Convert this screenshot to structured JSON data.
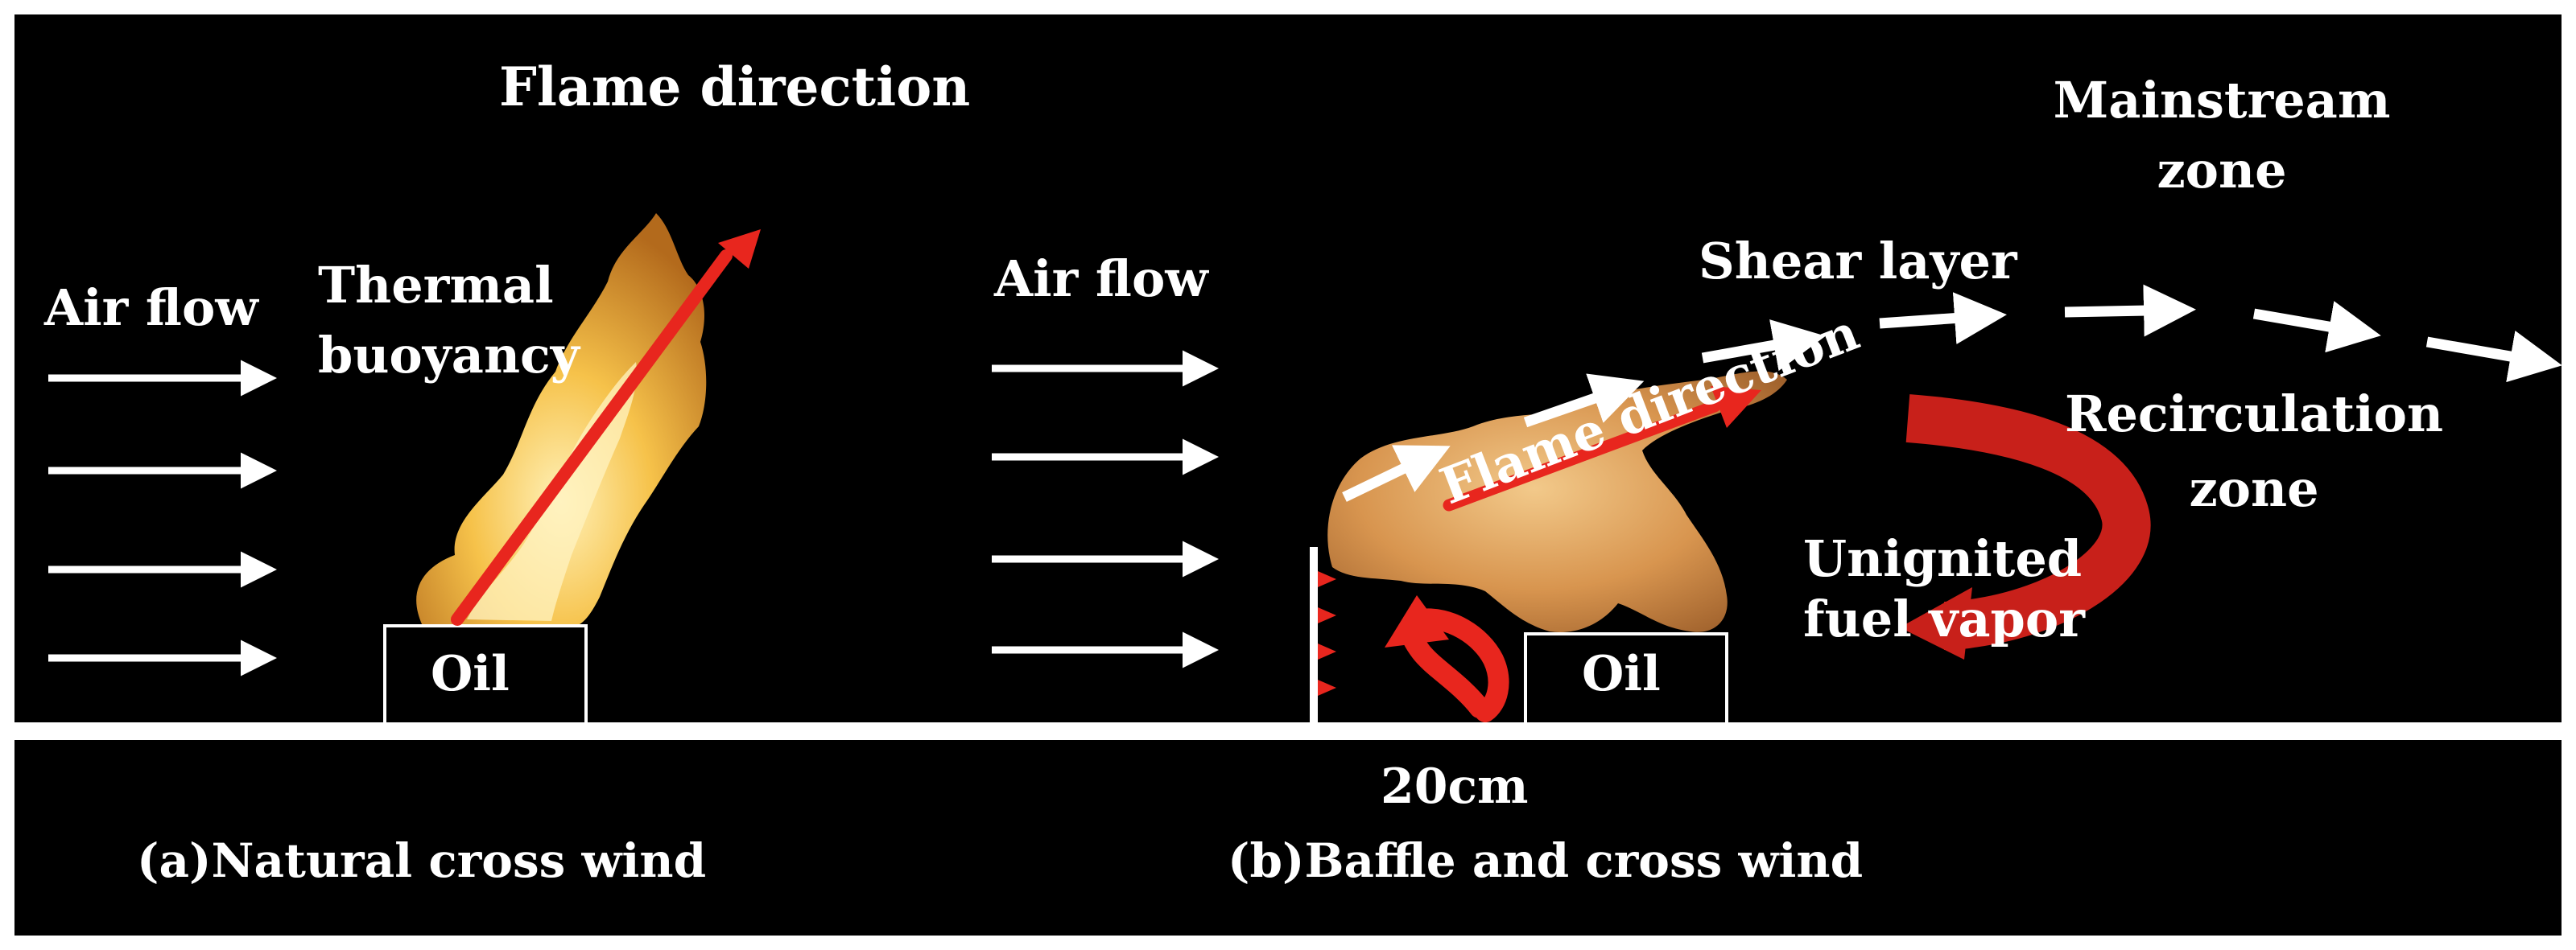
{
  "panel_a": {
    "flame_direction": "Flame direction",
    "air_flow": "Air flow",
    "thermal_buoyancy_line1": "Thermal",
    "thermal_buoyancy_line2": "buoyancy",
    "oil": "Oil",
    "caption": "(a)Natural cross wind"
  },
  "panel_b": {
    "air_flow": "Air flow",
    "mainstream_line1": "Mainstream",
    "mainstream_line2": "zone",
    "shear_layer": "Shear layer",
    "recirculation_line1": "Recirculation",
    "recirculation_line2": "zone",
    "flame_direction": "Flame direction",
    "unignited_line1": "Unignited",
    "unignited_line2": "fuel vapor",
    "oil": "Oil",
    "distance": "20cm",
    "caption": "(b)Baffle and cross wind"
  },
  "colors": {
    "background": "#000000",
    "border": "#ffffff",
    "arrow_red": "#e8261e",
    "flame_a": "#f2b443",
    "flame_b": "#d99a55"
  }
}
